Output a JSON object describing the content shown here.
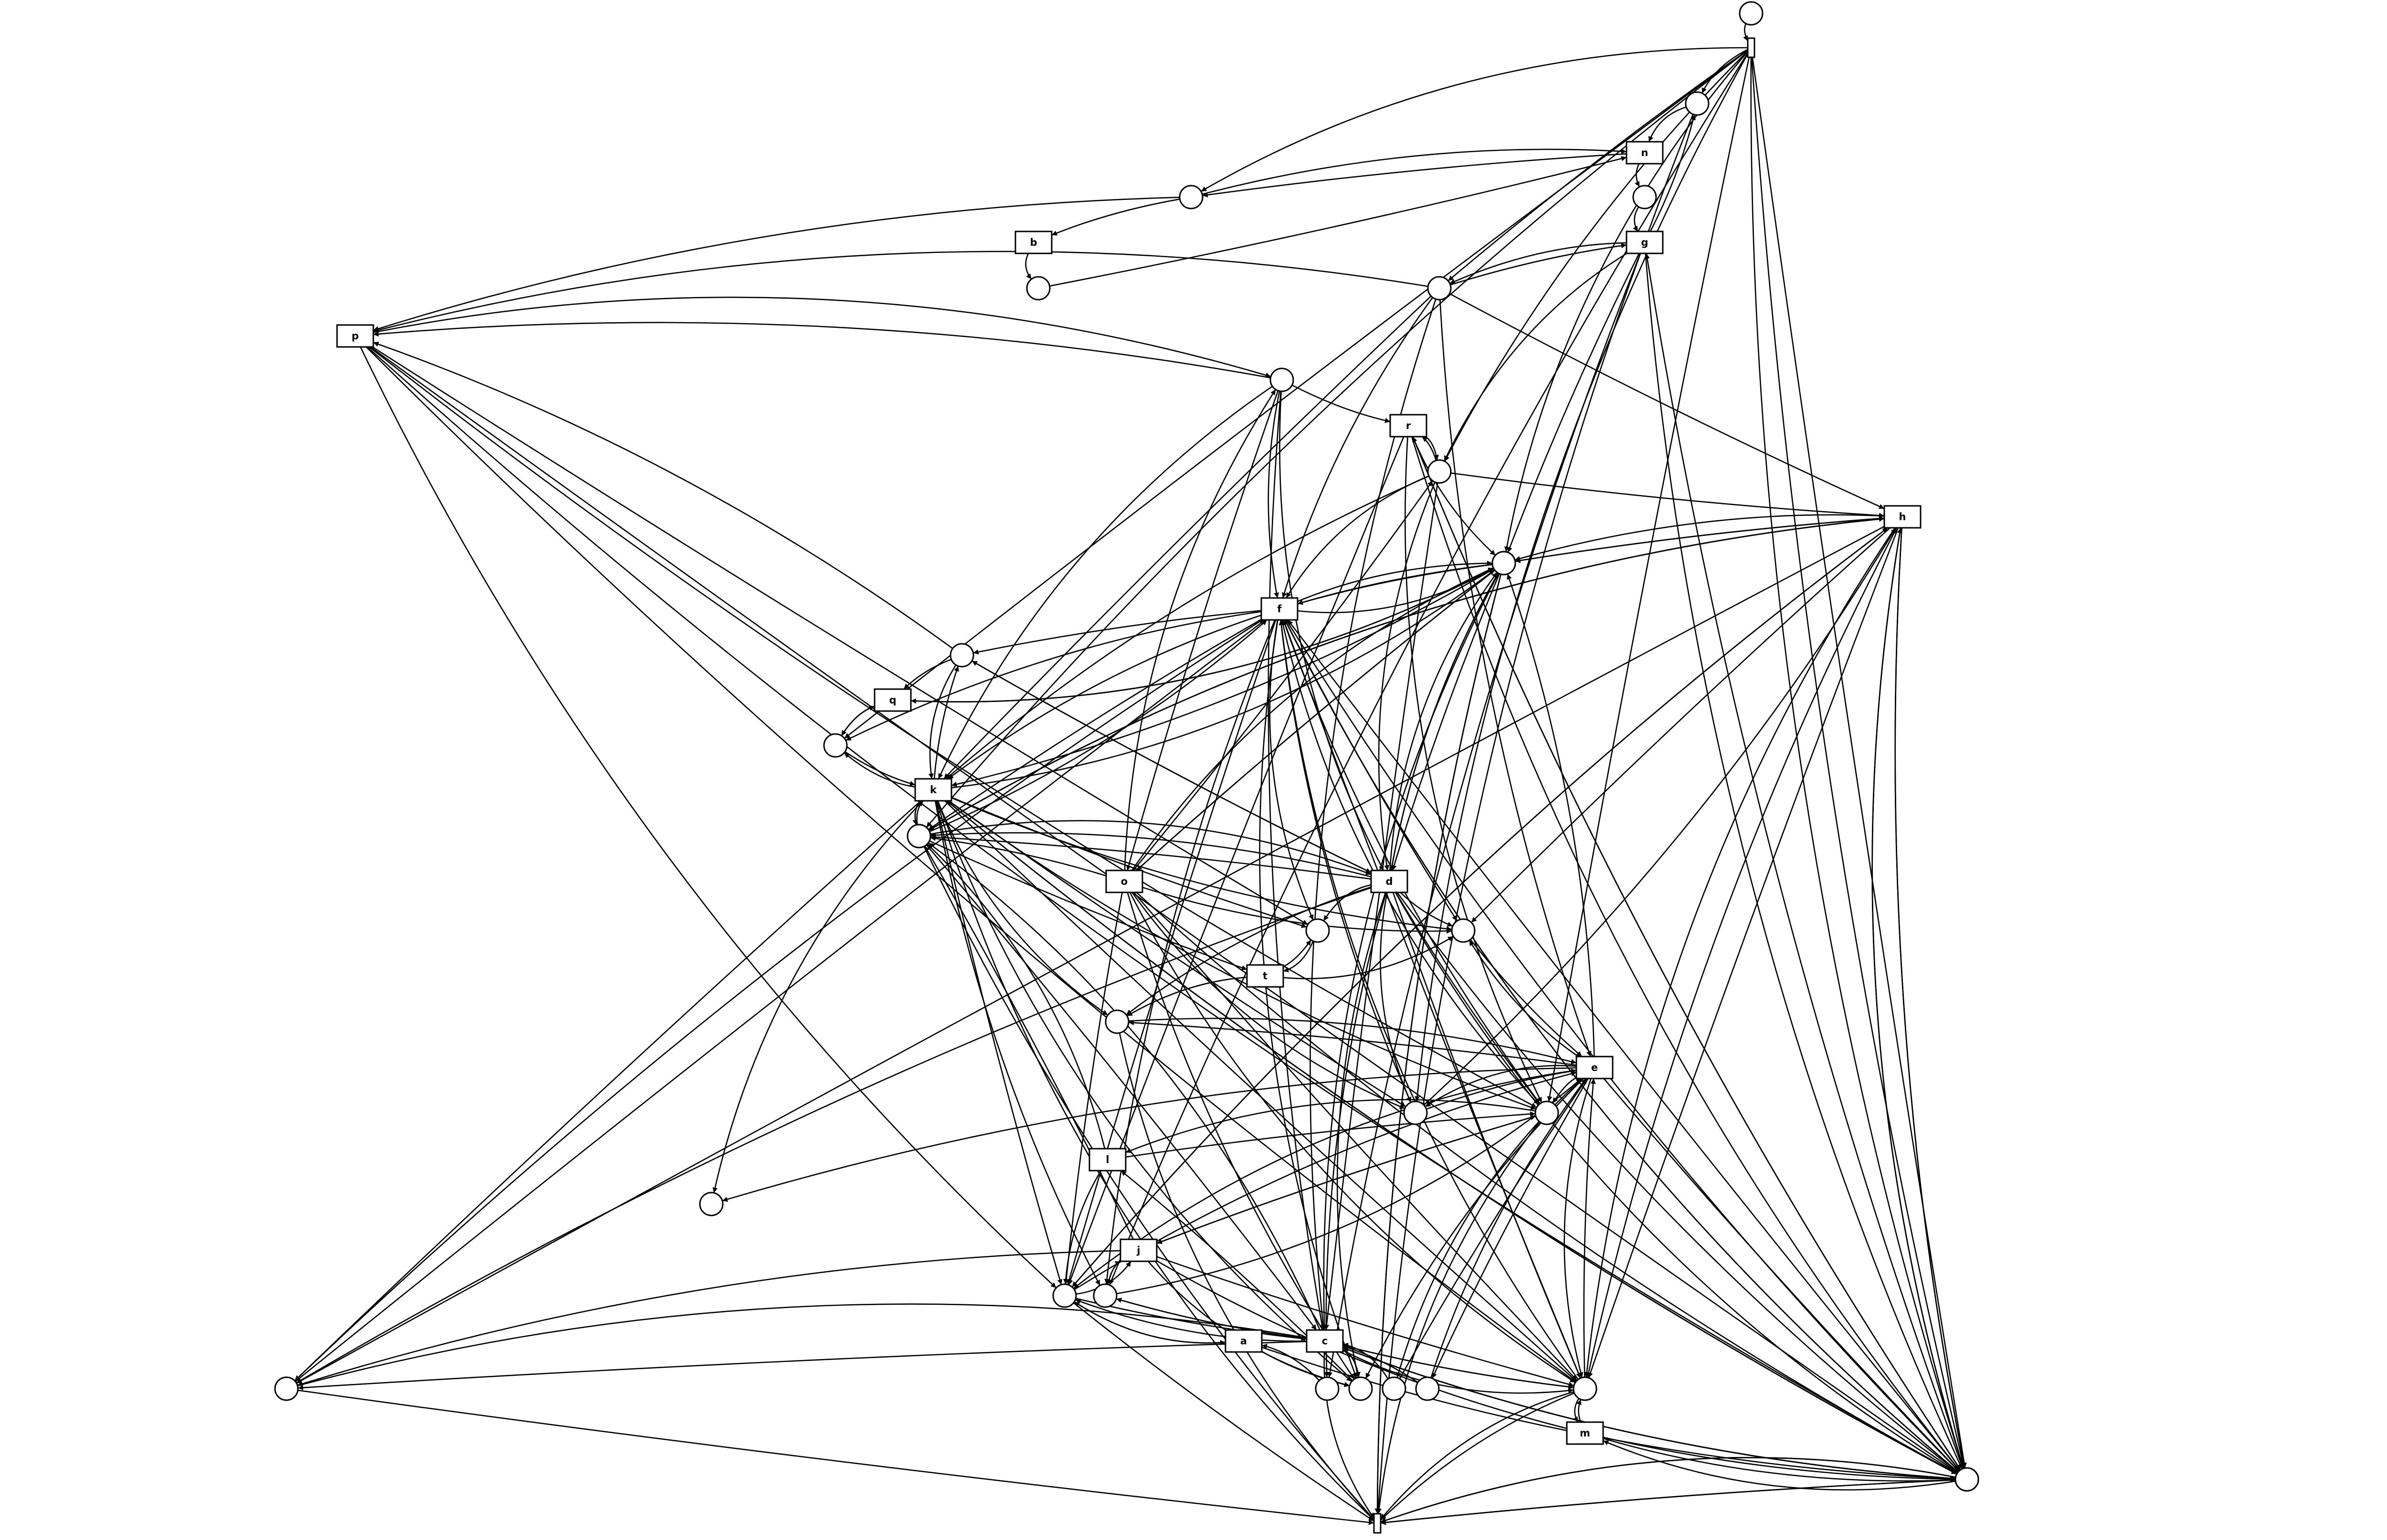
{
  "diagram": {
    "type": "petri-net",
    "transitions": [
      {
        "id": "n",
        "label": "n"
      },
      {
        "id": "b",
        "label": "b"
      },
      {
        "id": "g",
        "label": "g"
      },
      {
        "id": "p",
        "label": "p"
      },
      {
        "id": "r",
        "label": "r"
      },
      {
        "id": "h",
        "label": "h"
      },
      {
        "id": "f",
        "label": "f"
      },
      {
        "id": "q",
        "label": "q"
      },
      {
        "id": "k",
        "label": "k"
      },
      {
        "id": "o",
        "label": "o"
      },
      {
        "id": "d",
        "label": "d"
      },
      {
        "id": "t",
        "label": "t"
      },
      {
        "id": "e",
        "label": "e"
      },
      {
        "id": "l",
        "label": "l"
      },
      {
        "id": "j",
        "label": "j"
      },
      {
        "id": "a",
        "label": "a"
      },
      {
        "id": "c",
        "label": "c"
      },
      {
        "id": "m",
        "label": "m"
      },
      {
        "id": "start",
        "label": ""
      },
      {
        "id": "end",
        "label": ""
      }
    ],
    "places": [
      "source",
      "P1",
      "P2",
      "P3",
      "P4",
      "P5",
      "P6",
      "P7",
      "P8",
      "P9",
      "P10",
      "P11",
      "P12",
      "P13",
      "P14",
      "P15",
      "P16",
      "P17",
      "P18",
      "P19",
      "P20",
      "P21",
      "P22",
      "P23",
      "P24",
      "P25",
      "P26",
      "P27",
      "P28",
      "P29",
      "P30",
      "P31",
      "P32"
    ],
    "arcs": [
      [
        "source",
        "start"
      ],
      [
        "start",
        "P1"
      ],
      [
        "start",
        "P2"
      ],
      [
        "start",
        "P5"
      ],
      [
        "start",
        "P7"
      ],
      [
        "start",
        "P9"
      ],
      [
        "start",
        "P11"
      ],
      [
        "start",
        "P12"
      ],
      [
        "start",
        "P16"
      ],
      [
        "start",
        "P17"
      ],
      [
        "start",
        "P20"
      ],
      [
        "start",
        "P27"
      ],
      [
        "start",
        "P31"
      ],
      [
        "start",
        "P32"
      ],
      [
        "P1",
        "n"
      ],
      [
        "n",
        "P2"
      ],
      [
        "n",
        "P4"
      ],
      [
        "P1",
        "end"
      ],
      [
        "P2",
        "b"
      ],
      [
        "P2",
        "n"
      ],
      [
        "b",
        "P3"
      ],
      [
        "P3",
        "n"
      ],
      [
        "P2",
        "p"
      ],
      [
        "P4",
        "g"
      ],
      [
        "g",
        "P1"
      ],
      [
        "g",
        "P5"
      ],
      [
        "g",
        "P7"
      ],
      [
        "g",
        "P9"
      ],
      [
        "g",
        "P21"
      ],
      [
        "g",
        "P31"
      ],
      [
        "P5",
        "g"
      ],
      [
        "P5",
        "f"
      ],
      [
        "P5",
        "p"
      ],
      [
        "P5",
        "k"
      ],
      [
        "P5",
        "e"
      ],
      [
        "P5",
        "c"
      ],
      [
        "P5",
        "h"
      ],
      [
        "P6",
        "p"
      ],
      [
        "p",
        "P6"
      ],
      [
        "P6",
        "r"
      ],
      [
        "P6",
        "f"
      ],
      [
        "P6",
        "k"
      ],
      [
        "P6",
        "o"
      ],
      [
        "P6",
        "c"
      ],
      [
        "P6",
        "d"
      ],
      [
        "p",
        "P13"
      ],
      [
        "p",
        "P17"
      ],
      [
        "p",
        "P19"
      ],
      [
        "p",
        "P27"
      ],
      [
        "p",
        "P29"
      ],
      [
        "p",
        "P30"
      ],
      [
        "P7",
        "r"
      ],
      [
        "r",
        "P7"
      ],
      [
        "P7",
        "f"
      ],
      [
        "P7",
        "h"
      ],
      [
        "P7",
        "k"
      ],
      [
        "P7",
        "d"
      ],
      [
        "P7",
        "c"
      ],
      [
        "r",
        "P9"
      ],
      [
        "r",
        "P17"
      ],
      [
        "r",
        "P19"
      ],
      [
        "r",
        "P31"
      ],
      [
        "r",
        "P32"
      ],
      [
        "h",
        "P8"
      ],
      [
        "h",
        "P9"
      ],
      [
        "h",
        "P12"
      ],
      [
        "h",
        "P14"
      ],
      [
        "h",
        "P19"
      ],
      [
        "h",
        "P25"
      ],
      [
        "h",
        "P26"
      ],
      [
        "h",
        "P27"
      ],
      [
        "h",
        "P28"
      ],
      [
        "h",
        "P29"
      ],
      [
        "h",
        "P30"
      ],
      [
        "h",
        "P31"
      ],
      [
        "P9",
        "f"
      ],
      [
        "f",
        "P9"
      ],
      [
        "P9",
        "k"
      ],
      [
        "P9",
        "o"
      ],
      [
        "P9",
        "d"
      ],
      [
        "P9",
        "c"
      ],
      [
        "P9",
        "h"
      ],
      [
        "P9",
        "end"
      ],
      [
        "f",
        "P8"
      ],
      [
        "f",
        "P10"
      ],
      [
        "f",
        "P11"
      ],
      [
        "f",
        "P13"
      ],
      [
        "f",
        "P14"
      ],
      [
        "f",
        "P16"
      ],
      [
        "f",
        "P17"
      ],
      [
        "f",
        "P19"
      ],
      [
        "f",
        "P20"
      ],
      [
        "f",
        "P22"
      ],
      [
        "f",
        "P25"
      ],
      [
        "f",
        "P26"
      ],
      [
        "f",
        "P27"
      ],
      [
        "f",
        "P28"
      ],
      [
        "f",
        "P30"
      ],
      [
        "f",
        "P31"
      ],
      [
        "P10",
        "q"
      ],
      [
        "P10",
        "p"
      ],
      [
        "P10",
        "k"
      ],
      [
        "P10",
        "d"
      ],
      [
        "q",
        "P11"
      ],
      [
        "q",
        "P8"
      ],
      [
        "P11",
        "k"
      ],
      [
        "P11",
        "q"
      ],
      [
        "k",
        "P8"
      ],
      [
        "k",
        "P10"
      ],
      [
        "k",
        "P11"
      ],
      [
        "k",
        "P12"
      ],
      [
        "k",
        "P13"
      ],
      [
        "k",
        "P14"
      ],
      [
        "k",
        "P15"
      ],
      [
        "k",
        "P16"
      ],
      [
        "k",
        "P17"
      ],
      [
        "k",
        "P18"
      ],
      [
        "k",
        "P19"
      ],
      [
        "k",
        "P20"
      ],
      [
        "k",
        "P22"
      ],
      [
        "k",
        "P26"
      ],
      [
        "k",
        "P27"
      ],
      [
        "k",
        "P28"
      ],
      [
        "k",
        "P29"
      ],
      [
        "k",
        "P30"
      ],
      [
        "k",
        "end"
      ],
      [
        "P8",
        "d"
      ],
      [
        "P8",
        "k"
      ],
      [
        "P8",
        "q"
      ],
      [
        "P8",
        "o"
      ],
      [
        "P8",
        "end"
      ],
      [
        "o",
        "P6"
      ],
      [
        "o",
        "P7"
      ],
      [
        "o",
        "P14"
      ],
      [
        "o",
        "P16"
      ],
      [
        "o",
        "P19"
      ],
      [
        "o",
        "P22"
      ],
      [
        "o",
        "P25"
      ],
      [
        "o",
        "P29"
      ],
      [
        "o",
        "P30"
      ],
      [
        "o",
        "P8"
      ],
      [
        "o",
        "P12"
      ],
      [
        "d",
        "P12"
      ],
      [
        "d",
        "P13"
      ],
      [
        "d",
        "P14"
      ],
      [
        "d",
        "P15"
      ],
      [
        "d",
        "P16"
      ],
      [
        "d",
        "P17"
      ],
      [
        "d",
        "P21"
      ],
      [
        "d",
        "P22"
      ],
      [
        "d",
        "P25"
      ],
      [
        "d",
        "P26"
      ],
      [
        "d",
        "P27"
      ],
      [
        "d",
        "P28"
      ],
      [
        "d",
        "P31"
      ],
      [
        "d",
        "P9"
      ],
      [
        "d",
        "P10"
      ],
      [
        "d",
        "P8"
      ],
      [
        "P12",
        "d"
      ],
      [
        "P12",
        "t"
      ],
      [
        "P12",
        "f"
      ],
      [
        "t",
        "P14"
      ],
      [
        "t",
        "P13"
      ],
      [
        "t",
        "P15"
      ],
      [
        "P13",
        "t"
      ],
      [
        "P14",
        "e"
      ],
      [
        "e",
        "P14"
      ],
      [
        "e",
        "P16"
      ],
      [
        "e",
        "P15"
      ],
      [
        "e",
        "P22"
      ],
      [
        "e",
        "P23"
      ],
      [
        "e",
        "P24"
      ],
      [
        "e",
        "P9"
      ],
      [
        "e",
        "P19"
      ],
      [
        "e",
        "P17"
      ],
      [
        "e",
        "P18"
      ],
      [
        "e",
        "P29"
      ],
      [
        "e",
        "P30"
      ],
      [
        "P15",
        "e"
      ],
      [
        "P15",
        "end"
      ],
      [
        "P16",
        "e"
      ],
      [
        "P16",
        "h"
      ],
      [
        "P17",
        "l"
      ],
      [
        "l",
        "P17"
      ],
      [
        "l",
        "P19"
      ],
      [
        "l",
        "P28"
      ],
      [
        "P17",
        "j"
      ],
      [
        "P17",
        "f"
      ],
      [
        "P17",
        "end"
      ],
      [
        "j",
        "P17"
      ],
      [
        "j",
        "P20"
      ],
      [
        "j",
        "P22"
      ],
      [
        "j",
        "P25"
      ],
      [
        "j",
        "P26"
      ],
      [
        "j",
        "P27"
      ],
      [
        "j",
        "P28"
      ],
      [
        "P19",
        "e"
      ],
      [
        "P19",
        "a"
      ],
      [
        "P19",
        "c"
      ],
      [
        "P19",
        "h"
      ],
      [
        "P19",
        "j"
      ],
      [
        "P19",
        "end"
      ],
      [
        "P20",
        "j"
      ],
      [
        "P20",
        "e"
      ],
      [
        "P20",
        "c"
      ],
      [
        "P21",
        "a"
      ],
      [
        "a",
        "P19"
      ],
      [
        "a",
        "P22"
      ],
      [
        "a",
        "P27"
      ],
      [
        "P22",
        "c"
      ],
      [
        "P22",
        "l"
      ],
      [
        "c",
        "P19"
      ],
      [
        "c",
        "P22"
      ],
      [
        "c",
        "P26"
      ],
      [
        "c",
        "P27"
      ],
      [
        "c",
        "P28"
      ],
      [
        "c",
        "P29"
      ],
      [
        "c",
        "P30"
      ],
      [
        "c",
        "P25"
      ],
      [
        "c",
        "P20"
      ],
      [
        "c",
        "P31"
      ],
      [
        "c",
        "end"
      ],
      [
        "P25",
        "c"
      ],
      [
        "P25",
        "end"
      ],
      [
        "P26",
        "c"
      ],
      [
        "P26",
        "end"
      ],
      [
        "P27",
        "c"
      ],
      [
        "P27",
        "end"
      ],
      [
        "P28",
        "c"
      ],
      [
        "P28",
        "end"
      ],
      [
        "P29",
        "m"
      ],
      [
        "m",
        "P29"
      ],
      [
        "m",
        "P30"
      ],
      [
        "P29",
        "end"
      ],
      [
        "P29",
        "e"
      ],
      [
        "P29",
        "h"
      ],
      [
        "P30",
        "m"
      ],
      [
        "P30",
        "end"
      ],
      [
        "P31",
        "g"
      ],
      [
        "P31",
        "h"
      ],
      [
        "P31",
        "end"
      ],
      [
        "P32",
        "r"
      ],
      [
        "P32",
        "end"
      ],
      [
        "P27",
        "f"
      ],
      [
        "P27",
        "k"
      ],
      [
        "P25",
        "f"
      ],
      [
        "P26",
        "f"
      ],
      [
        "P28",
        "k"
      ],
      [
        "P28",
        "h"
      ],
      [
        "P23",
        "e"
      ],
      [
        "P24",
        "e"
      ],
      [
        "P23",
        "c"
      ],
      [
        "P24",
        "c"
      ]
    ]
  }
}
